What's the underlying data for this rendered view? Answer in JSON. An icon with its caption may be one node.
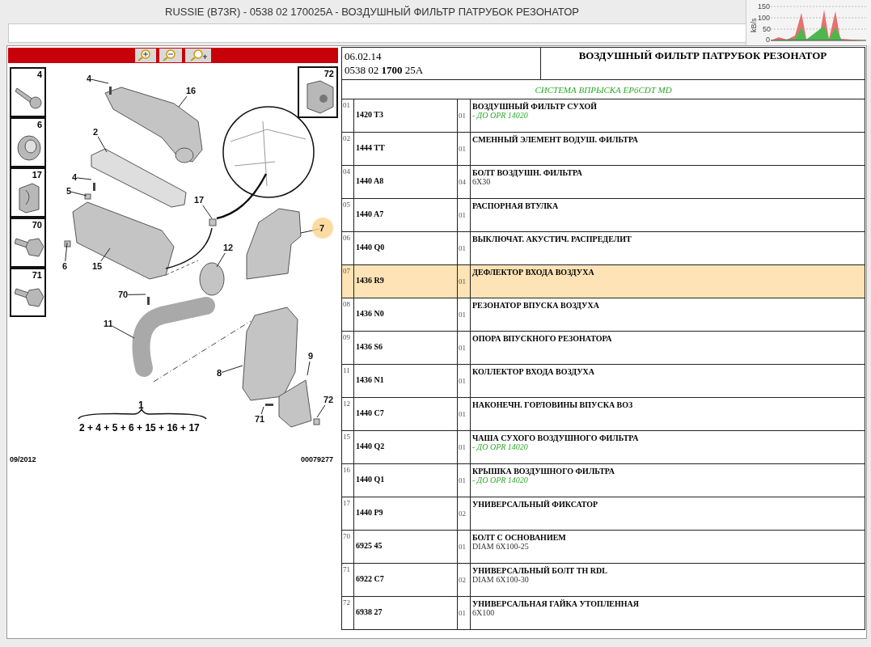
{
  "diagram": {
    "title": "RUSSIE (B73R) - 0538 02 170025A - ВОЗДУШНЫЙ ФИЛЬТР ПАТРУБОК РЕЗОНАТОР",
    "nodes": [
      {
        "text": [
          "4"
        ]
      },
      {
        "text": [
          "6"
        ]
      },
      {
        "text": [
          "17"
        ]
      },
      {
        "text": [
          "70"
        ]
      },
      {
        "text": [
          "71"
        ]
      },
      {
        "text": [
          "72"
        ]
      },
      {
        "text": [
          "4"
        ]
      },
      {
        "text": [
          "16"
        ]
      },
      {
        "text": [
          "2"
        ]
      },
      {
        "text": [
          "4"
        ]
      },
      {
        "text": [
          "5"
        ]
      },
      {
        "text": [
          "17"
        ]
      },
      {
        "text": [
          "6"
        ]
      },
      {
        "text": [
          "15"
        ]
      },
      {
        "text": [
          "7"
        ]
      },
      {
        "text": [
          "12"
        ]
      },
      {
        "text": [
          "70"
        ]
      },
      {
        "text": [
          "11"
        ]
      },
      {
        "text": [
          "8"
        ]
      },
      {
        "text": [
          "9"
        ]
      },
      {
        "text": [
          "71"
        ]
      },
      {
        "text": [
          "72"
        ]
      }
    ],
    "edges": [
      {
        "from": 6,
        "to": null,
        "arrow": "none"
      },
      {
        "from": 7,
        "to": null,
        "arrow": "none"
      },
      {
        "from": 8,
        "to": null,
        "arrow": "none"
      },
      {
        "from": 9,
        "to": null,
        "arrow": "none"
      },
      {
        "from": 10,
        "to": null,
        "arrow": "none"
      },
      {
        "from": 11,
        "to": null,
        "arrow": "none"
      },
      {
        "from": 12,
        "to": null,
        "arrow": "none"
      },
      {
        "from": 13,
        "to": null,
        "arrow": "none"
      },
      {
        "from": 14,
        "to": null,
        "arrow": "none"
      },
      {
        "from": 15,
        "to": null,
        "arrow": "none"
      },
      {
        "from": 16,
        "to": null,
        "arrow": "none"
      },
      {
        "from": 17,
        "to": null,
        "arrow": "none"
      },
      {
        "from": 18,
        "to": null,
        "arrow": "none"
      },
      {
        "from": 19,
        "to": null,
        "arrow": "none"
      },
      {
        "from": 20,
        "to": null,
        "arrow": "none"
      },
      {
        "from": 21,
        "to": null,
        "arrow": "none"
      }
    ],
    "labels": [
      "kB/s",
      "150",
      "100",
      "50",
      "0",
      "06.02.14",
      "0538 02 **1700** 25A",
      "ВОЗДУШНЫЙ ФИЛЬТР ПАТРУБОК РЕЗОНАТОР",
      "СИСТЕМА ВПРЫСКА EP6CDT MD",
      "01",
      "1420 T3",
      "01",
      "ВОЗДУШНЫЙ ФИЛЬТР СУХОЙ",
      "- ДО OPR 14020",
      "02",
      "1444 TT",
      "01",
      "СМЕННЫЙ ЭЛЕМЕНТ ВОДУШ. ФИЛЬТРА",
      "04",
      "1440 A8",
      "04",
      "БОЛТ ВОЗДУШН. ФИЛЬТРА",
      "6X30",
      "05",
      "1440 A7",
      "01",
      "РАСПОРНАЯ ВТУЛКА",
      "06",
      "1440 Q0",
      "01",
      "ВЫКЛЮЧАТ. АКУСТИЧ. РАСПРЕДЕЛИТ",
      "07",
      "1436 R9",
      "01",
      "ДЕФЛЕКТОР ВХОДА ВОЗДУХА",
      "08",
      "1436 N0",
      "01",
      "РЕЗОНАТОР ВПУСКА ВОЗДУХА",
      "09",
      "1436 S6",
      "01",
      "ОПОРА ВПУСКНОГО РЕЗОНАТОРА",
      "11",
      "1436 N1",
      "01",
      "КОЛЛЕКТОР ВХОДА ВОЗДУХА",
      "12",
      "1440 C7",
      "01",
      "НАКОНЕЧН. ГОРЛОВИНЫ ВПУСКА ВОЗ",
      "15",
      "1440 Q2",
      "01",
      "ЧАША СУХОГО ВОЗДУШНОГО ФИЛЬТРА",
      "- ДО OPR 14020",
      "16",
      "1440 Q1",
      "01",
      "КРЫШКА ВОЗДУШНОГО ФИЛЬТРА",
      "- ДО OPR 14020",
      "17",
      "1440 P9",
      "02",
      "УНИВЕРСАЛЬНЫЙ ФИКСАТОР",
      "70",
      "6925 45",
      "01",
      "БОЛТ С ОСНОВАНИЕМ",
      "DIAM 6X100-25",
      "71",
      "6922 C7",
      "02",
      "УНИВЕРСАЛЬНЫЙ БОЛТ TH RDL",
      "DIAM 6X100-30",
      "72",
      "6938 27",
      "01",
      "УНИВЕРСАЛЬНАЯ ГАЙКА УТОПЛЕННАЯ",
      "6X100",
      "1",
      "2 + 4 + 5 + 6 + 15 + 16 + 17",
      "09/2012",
      "00079277"
    ]
  }
}
